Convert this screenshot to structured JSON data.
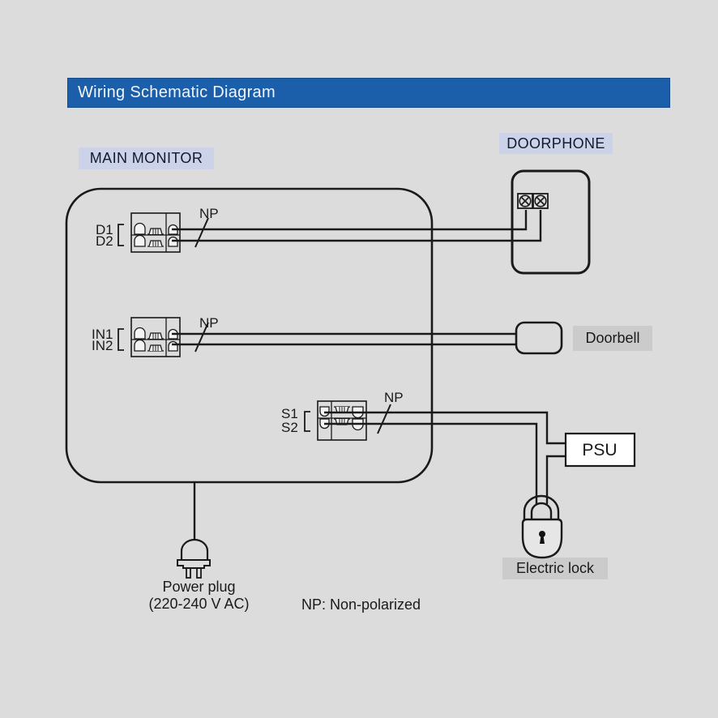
{
  "title_bar": {
    "label": "Wiring Schematic Diagram",
    "bg_color": "#1b5ea9",
    "text_color": "#f2f6fc"
  },
  "labels": {
    "main_monitor": "MAIN MONITOR",
    "doorphone": "DOORPHONE",
    "doorbell": "Doorbell",
    "psu": "PSU",
    "electric_lock": "Electric lock",
    "power_plug_line1": "Power plug",
    "power_plug_line2": "(220-240 V AC)",
    "note": "NP: Non-polarized"
  },
  "terminals": {
    "doorphone_group": {
      "t1": "D1",
      "t2": "D2",
      "np": "NP"
    },
    "doorbell_group": {
      "t1": "IN1",
      "t2": "IN2",
      "np": "NP"
    },
    "lock_group": {
      "t1": "S1",
      "t2": "S2",
      "np": "NP"
    }
  },
  "colors": {
    "page_background": "#dcdcdc",
    "line": "#1a1a1a",
    "blue_highlight": "#ccd3e8",
    "gray_highlight": "#cbcbcb",
    "psu_fill": "#ffffff",
    "lock_body_fill": "#e6e6e6"
  },
  "icons": {
    "doorphone_terminals": "screw-terminal-icon",
    "electric_lock": "padlock-icon",
    "power_plug": "power-plug-icon"
  }
}
